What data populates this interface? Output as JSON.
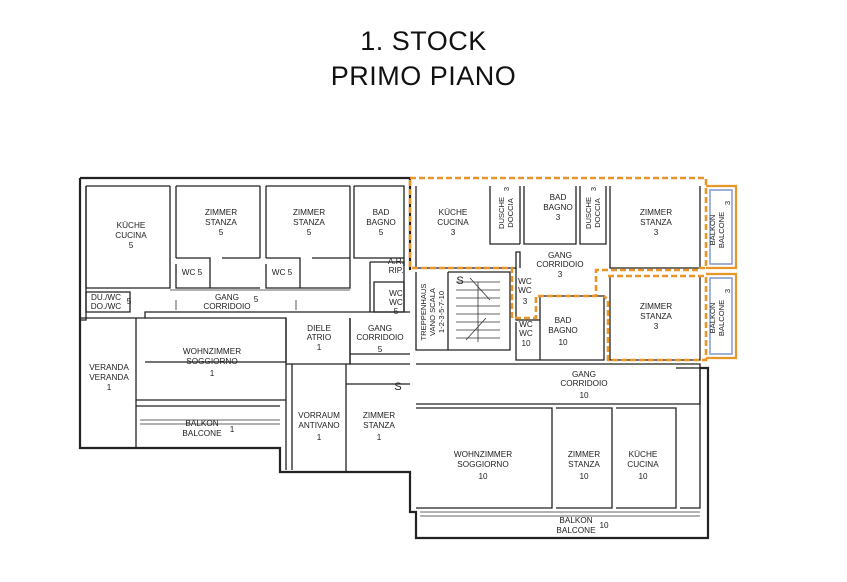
{
  "title": {
    "line1": "1. STOCK",
    "line2": "PRIMO PIANO"
  },
  "rooms": [
    {
      "id": "kueche-5",
      "lines": [
        "KÜCHE",
        "CUCINA",
        "5"
      ]
    },
    {
      "id": "zimmer-5a",
      "lines": [
        "ZIMMER",
        "STANZA",
        "5"
      ]
    },
    {
      "id": "zimmer-5b",
      "lines": [
        "ZIMMER",
        "STANZA",
        "5"
      ]
    },
    {
      "id": "bad-5",
      "lines": [
        "BAD",
        "BAGNO",
        "5"
      ]
    },
    {
      "id": "wc-5a",
      "lines": [
        "WC 5"
      ]
    },
    {
      "id": "wc-5b",
      "lines": [
        "WC 5"
      ]
    },
    {
      "id": "du-wc-5",
      "lines": [
        "DU./WC",
        "DO./WC"
      ]
    },
    {
      "id": "du-wc-5-num",
      "lines": [
        "5"
      ]
    },
    {
      "id": "gang-5",
      "lines": [
        "GANG",
        "CORRIDOIO"
      ]
    },
    {
      "id": "gang-5-num",
      "lines": [
        "5"
      ]
    },
    {
      "id": "ar-rip",
      "lines": [
        "A.R.",
        "RIP."
      ]
    },
    {
      "id": "wc-5c",
      "lines": [
        "WC",
        "WC",
        "5"
      ]
    },
    {
      "id": "gang-5b",
      "lines": [
        "GANG",
        "CORRIDOIO",
        "5"
      ]
    },
    {
      "id": "diele-1",
      "lines": [
        "DIELE",
        "ATRIO",
        "1"
      ]
    },
    {
      "id": "veranda-1",
      "lines": [
        "VERANDA",
        "VERANDA",
        "1"
      ]
    },
    {
      "id": "wohnzimmer-1",
      "lines": [
        "WOHNZIMMER",
        "SOGGIORNO",
        "1"
      ]
    },
    {
      "id": "balkon-1",
      "lines": [
        "BALKON",
        "BALCONE"
      ]
    },
    {
      "id": "balkon-1-num",
      "lines": [
        "1"
      ]
    },
    {
      "id": "vorraum-1",
      "lines": [
        "VORRAUM",
        "ANTIVANO",
        "1"
      ]
    },
    {
      "id": "zimmer-1",
      "lines": [
        "ZIMMER",
        "STANZA",
        "1"
      ]
    },
    {
      "id": "kueche-3",
      "lines": [
        "KÜCHE",
        "CUCINA",
        "3"
      ]
    },
    {
      "id": "bad-3",
      "lines": [
        "BAD",
        "BAGNO",
        "3"
      ]
    },
    {
      "id": "zimmer-3a",
      "lines": [
        "ZIMMER",
        "STANZA",
        "3"
      ]
    },
    {
      "id": "gang-3",
      "lines": [
        "GANG",
        "CORRIDOIO",
        "3"
      ]
    },
    {
      "id": "wc-3",
      "lines": [
        "WC",
        "WC",
        "3"
      ]
    },
    {
      "id": "zimmer-3b",
      "lines": [
        "ZIMMER",
        "STANZA",
        "3"
      ]
    },
    {
      "id": "bad-10",
      "lines": [
        "BAD",
        "BAGNO",
        "10"
      ]
    },
    {
      "id": "wc-10",
      "lines": [
        "WC",
        "WC",
        "10"
      ]
    },
    {
      "id": "gang-10",
      "lines": [
        "GANG",
        "CORRIDOIO",
        "10"
      ]
    },
    {
      "id": "wohnzimmer-10",
      "lines": [
        "WOHNZIMMER",
        "SOGGIORNO",
        "10"
      ]
    },
    {
      "id": "zimmer-10",
      "lines": [
        "ZIMMER",
        "STANZA",
        "10"
      ]
    },
    {
      "id": "kueche-10",
      "lines": [
        "KÜCHE",
        "CUCINA",
        "10"
      ]
    },
    {
      "id": "balkon-10",
      "lines": [
        "BALKON",
        "BALCONE"
      ]
    },
    {
      "id": "balkon-10-num",
      "lines": [
        "10"
      ]
    }
  ],
  "vertical_rooms": [
    {
      "id": "dusche-3a",
      "lines": [
        "DUSCHE",
        "DOCCIA"
      ],
      "num": "3"
    },
    {
      "id": "dusche-3b",
      "lines": [
        "DUSCHE",
        "DOCCIA"
      ],
      "num": "3"
    },
    {
      "id": "balkon-3a",
      "lines": [
        "BALKON",
        "BALCONE"
      ],
      "num": "3"
    },
    {
      "id": "balkon-3b",
      "lines": [
        "BALKON",
        "BALCONE"
      ],
      "num": "3"
    },
    {
      "id": "treppenhaus",
      "lines": [
        "TREPPENHAUS",
        "VANO SCALA"
      ],
      "num": "1-2-3-5-7-10"
    }
  ],
  "stair_marks": [
    "S",
    "S"
  ],
  "colors": {
    "wall": "#222222",
    "highlight": "#e8962a",
    "balcony_outline": "#7f95c8",
    "background": "#ffffff"
  }
}
